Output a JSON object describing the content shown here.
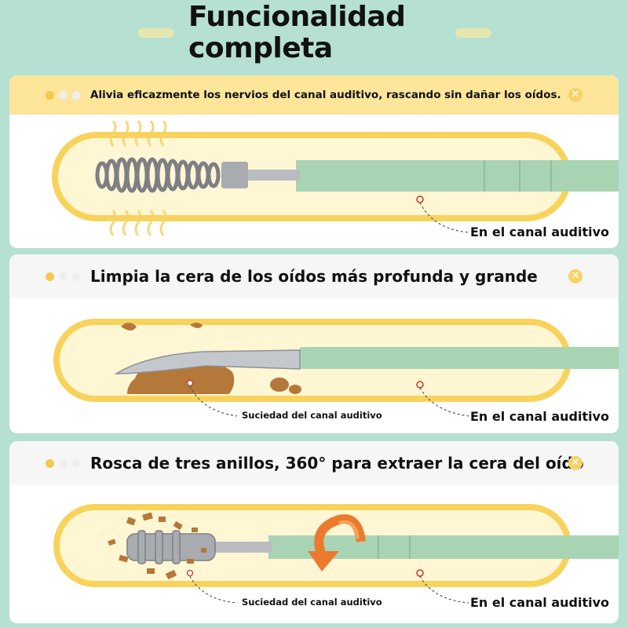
{
  "title_line1": "Funcionalidad",
  "title_line2": "completa",
  "panels": [
    {
      "heading": "Alivia eficazmente los nervios del canal auditivo, rascando sin dañar los oídos.",
      "canal_label": "En el canal auditivo",
      "close_glyph": "✕"
    },
    {
      "heading": "Limpia la cera de los oídos más profunda y grande",
      "dirt_label": "Suciedad del canal auditivo",
      "canal_label": "En el canal auditivo",
      "close_glyph": "✕"
    },
    {
      "heading": "Rosca de tres anillos, 360° para extraer la cera del oído",
      "dirt_label": "Suciedad del canal auditivo",
      "canal_label": "En el canal auditivo",
      "close_glyph": "✕"
    }
  ],
  "colors": {
    "background": "#b6e0d2",
    "header_yellow": "#fde59a",
    "canal_fill": "#fff6d4",
    "canal_stroke": "#f8d35c",
    "handle_green": "#a9d4b4",
    "wax_brown": "#b3783a",
    "rotation_arrow": "#ec7a2d"
  }
}
